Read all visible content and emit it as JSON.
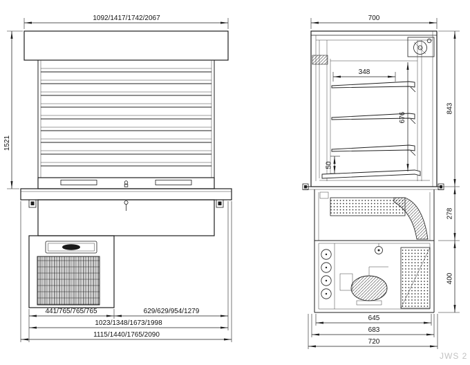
{
  "watermark": "JWS 2",
  "front": {
    "dim_top_width": "1092/1417/1742/2067",
    "dim_height": "1521",
    "dim_bottom_left": "441/765/765/765",
    "dim_bottom_right": "629/629/954/1279",
    "dim_bottom_inner": "1023/1348/1673/1998",
    "dim_bottom_overall": "1115/1440/1765/2090"
  },
  "side": {
    "dim_top_width": "700",
    "dim_shelf_width": "348",
    "dim_inner_height": "676",
    "dim_deck_height": "50",
    "dim_upper_height": "843",
    "dim_mid_height": "278",
    "dim_lower_height": "400",
    "dim_bottom_inner": "645",
    "dim_bottom_mid": "683",
    "dim_bottom_overall": "720"
  }
}
